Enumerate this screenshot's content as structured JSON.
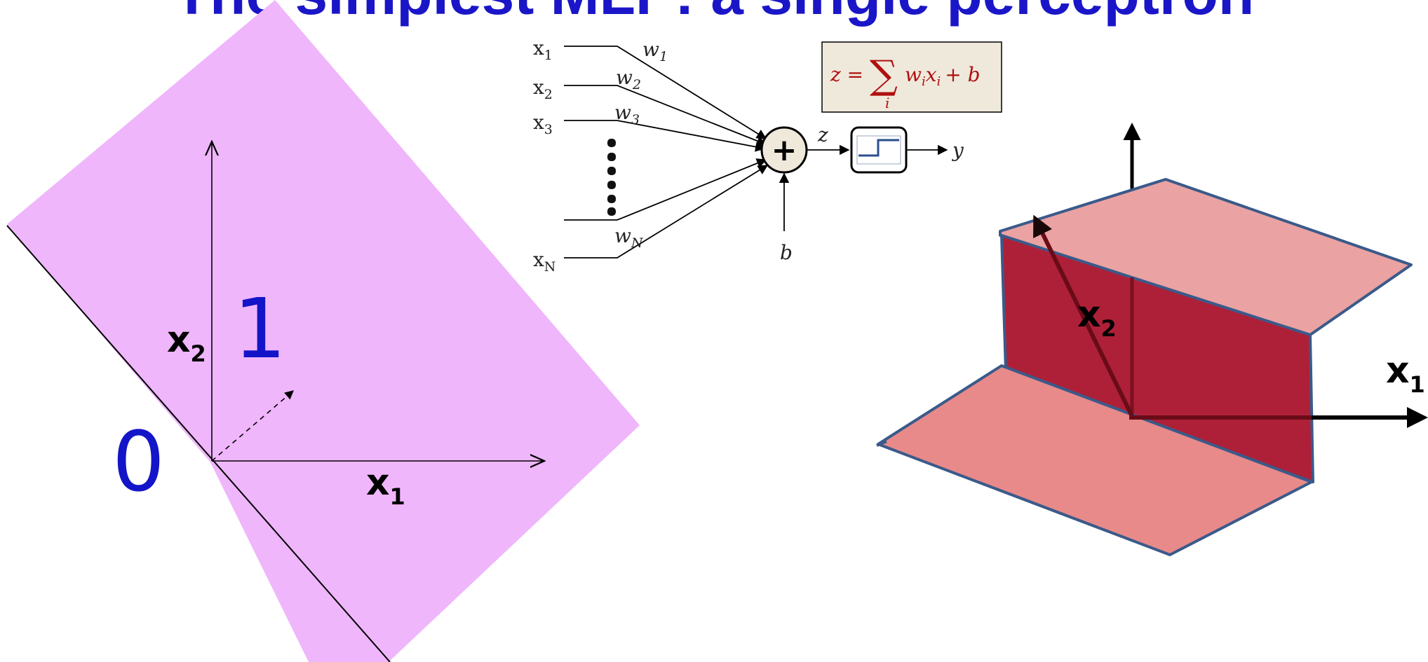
{
  "slide": {
    "title": "The simplest MLP: a single perceptron"
  },
  "left_plot": {
    "region_one_label": "1",
    "region_zero_label": "0",
    "x1_axis": "x",
    "x1_sub": "1",
    "x2_axis": "x",
    "x2_sub": "2",
    "region_color": "#efb6fb"
  },
  "perceptron": {
    "inputs": [
      {
        "name": "x",
        "sub": "1",
        "weight": "w",
        "weight_sub": "1"
      },
      {
        "name": "x",
        "sub": "2",
        "weight": "w",
        "weight_sub": "2"
      },
      {
        "name": "x",
        "sub": "3",
        "weight": "w",
        "weight_sub": "3"
      },
      {
        "name": "x",
        "sub": "N",
        "weight": "w",
        "weight_sub": "N"
      }
    ],
    "sum_symbol": "+",
    "z_label": "z",
    "output_label": "y",
    "bias_label": "b",
    "formula": "z = Σ wᵢxᵢ + b",
    "formula_parts": {
      "lhs": "z =",
      "sigma": "∑",
      "index": "i",
      "term": "w",
      "term_sub": "i",
      "var": "x",
      "var_sub": "i",
      "rest": "+ b"
    }
  },
  "right_plot": {
    "x1_axis": "x",
    "x1_sub": "1",
    "x2_axis": "x",
    "x2_sub": "2",
    "plane_low_color": "#e88a8a",
    "plane_high_color": "#eaa2a2",
    "wall_color": "#ae2038",
    "edge_color": "#3a5a8a"
  }
}
